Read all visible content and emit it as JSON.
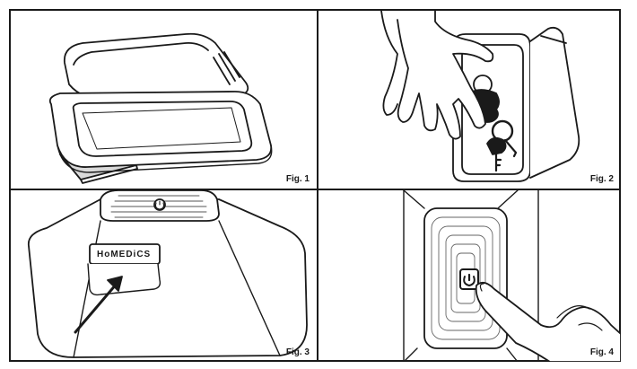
{
  "figures": [
    {
      "label": "Fig. 1"
    },
    {
      "label": "Fig. 2"
    },
    {
      "label": "Fig. 3"
    },
    {
      "label": "Fig. 4"
    }
  ],
  "brand": "HoMEDiCS"
}
